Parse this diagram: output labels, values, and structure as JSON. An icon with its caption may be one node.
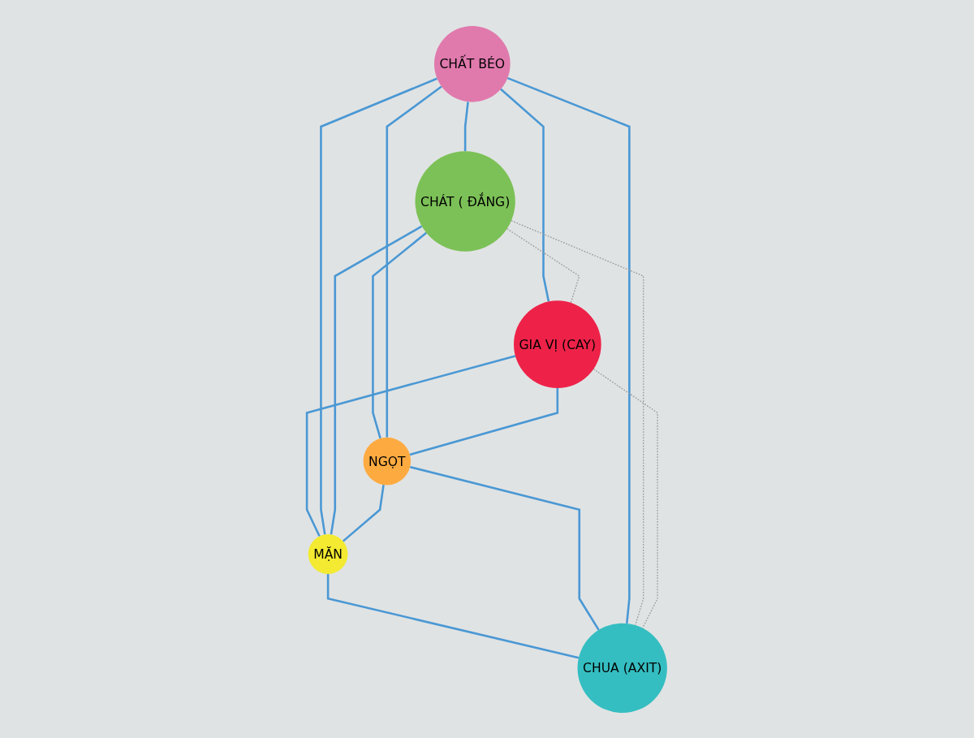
{
  "diagram": {
    "nodes": [
      {
        "text": [
          "CHẤT BÉO"
        ]
      },
      {
        "text": [
          "GIA VỊ (CAY)"
        ]
      },
      {
        "text": [
          "CHÁT ( ĐẮNG)"
        ]
      },
      {
        "text": [
          "MẶN"
        ]
      },
      {
        "text": [
          "NGỌT"
        ]
      },
      {
        "text": [
          "CHUA (AXIT)"
        ]
      }
    ],
    "edges": [
      {
        "from": 0,
        "to": 1,
        "arrow": "none"
      },
      {
        "from": 0,
        "to": 2,
        "arrow": "none"
      },
      {
        "from": 1,
        "to": 3,
        "arrow": "none"
      },
      {
        "from": 2,
        "to": 4,
        "arrow": "none"
      },
      {
        "from": 3,
        "to": 5,
        "arrow": "none"
      },
      {
        "from": 4,
        "to": 5,
        "arrow": "none"
      },
      {
        "from": 0,
        "to": 3,
        "arrow": "none"
      },
      {
        "from": 0,
        "to": 4,
        "arrow": "none"
      },
      {
        "from": 0,
        "to": 5,
        "arrow": "none"
      },
      {
        "from": 1,
        "to": 4,
        "arrow": "none"
      },
      {
        "from": 2,
        "to": 3,
        "arrow": "none"
      },
      {
        "from": 4,
        "to": 3,
        "arrow": "none"
      },
      {
        "from": 2,
        "to": 1,
        "arrow": "none",
        "style": "dashed",
        "color": "#999999"
      },
      {
        "from": 2,
        "to": 5,
        "arrow": "none",
        "style": "dashed",
        "color": "#999999"
      },
      {
        "from": 1,
        "to": 5,
        "arrow": "none",
        "style": "dashed",
        "color": "#999999"
      }
    ]
  }
}
